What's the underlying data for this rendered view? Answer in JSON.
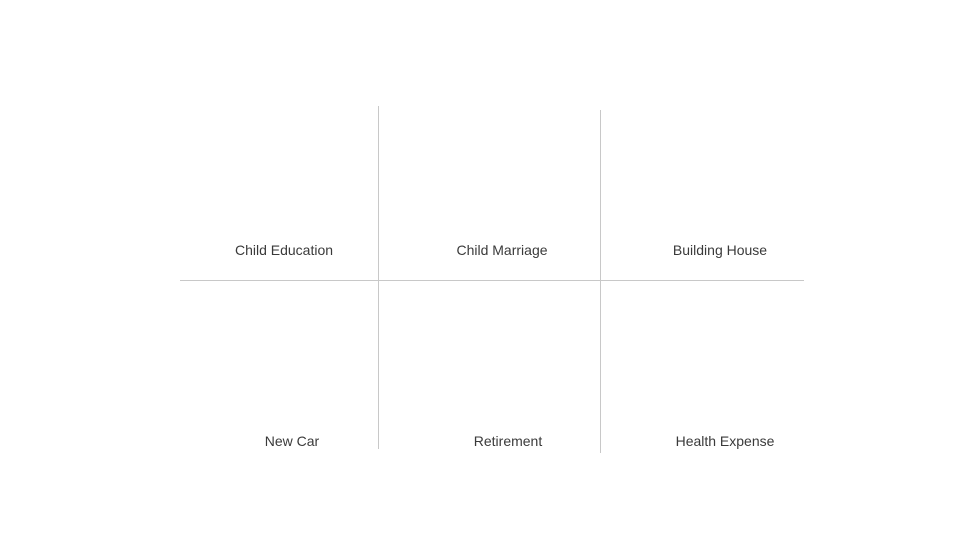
{
  "goals": {
    "child_education": "Child Education",
    "child_marriage": "Child Marriage",
    "building_house": "Building House",
    "new_car": "New Car",
    "retirement": "Retirement",
    "health_expense": "Health Expense"
  },
  "colors": {
    "divider": "#c8c8c8",
    "text": "#3a3a3a",
    "background": "#ffffff"
  }
}
